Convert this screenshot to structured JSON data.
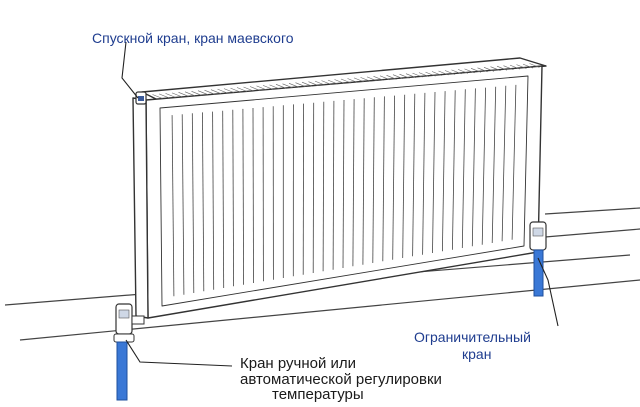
{
  "labels": {
    "drain_valve": "Спускной кран, кран маевского",
    "limiting_valve_line1": "Ограничительный",
    "limiting_valve_line2": "кран",
    "control_valve_line1": "Кран ручной или",
    "control_valve_line2": "автоматической регулировки",
    "control_valve_line3": "температуры"
  },
  "colors": {
    "drain_label": "#1f3d8f",
    "limiting_label": "#1f3d8f",
    "control_label": "#1a1a1a",
    "pipe": "#3a78d6",
    "outline": "#333333"
  }
}
